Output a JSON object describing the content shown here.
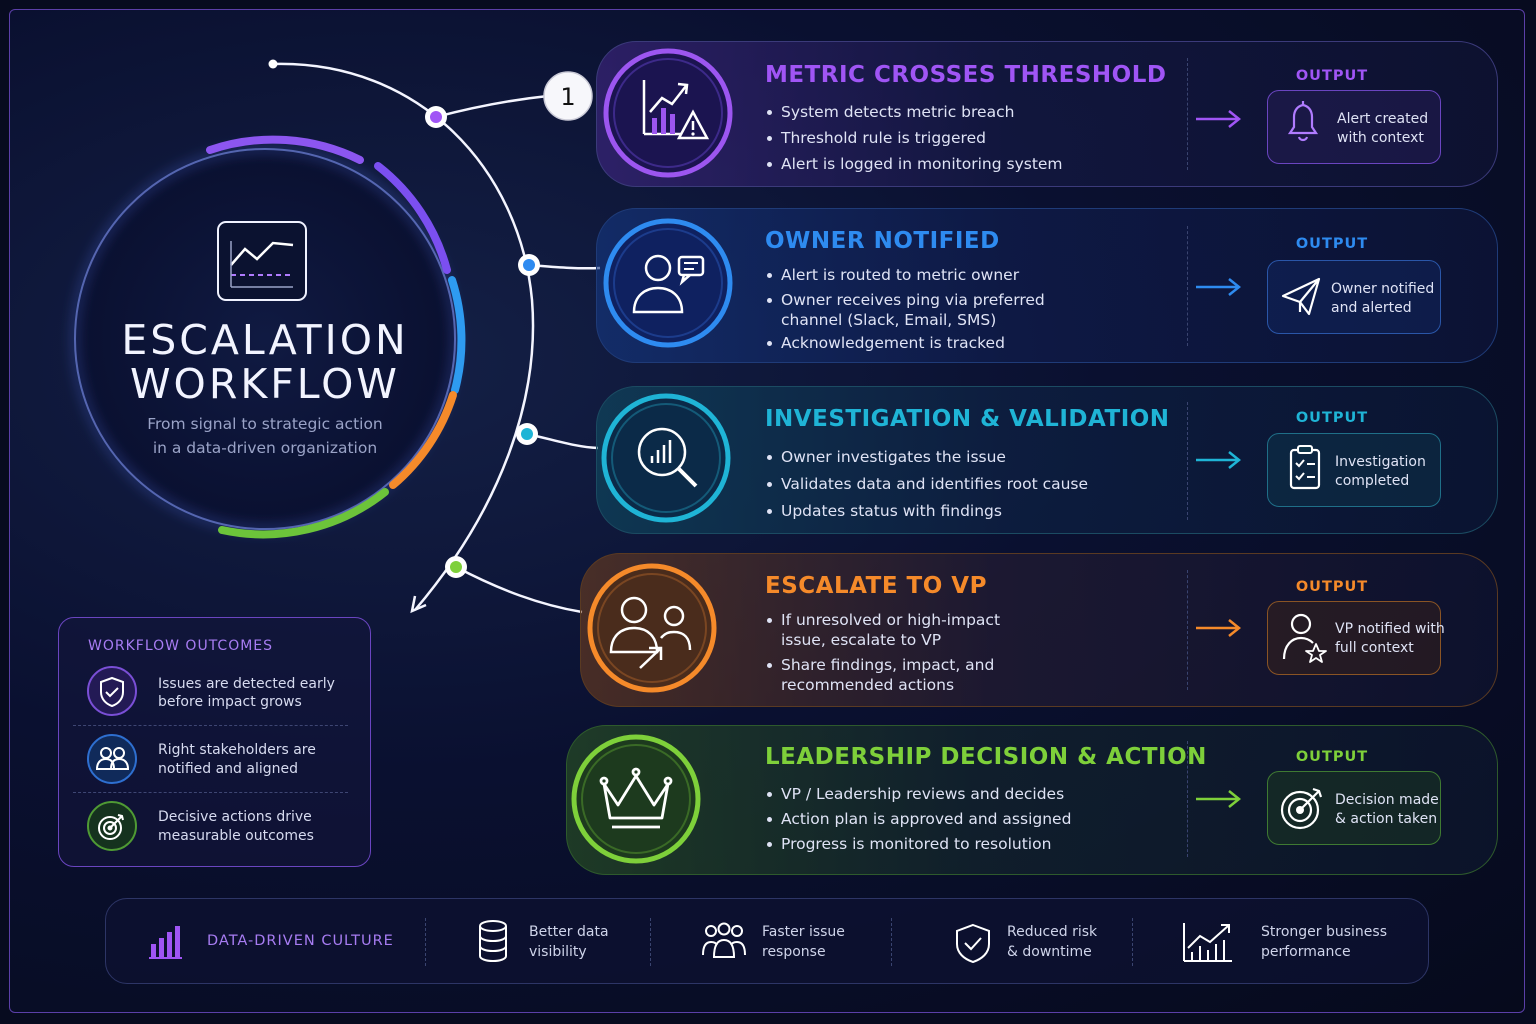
{
  "hero": {
    "title_line1": "ESCALATION",
    "title_line2": "WORKFLOW",
    "subtitle_line1": "From signal to strategic action",
    "subtitle_line2": "in a data-driven organization"
  },
  "start_badge": "1",
  "output_label": "OUTPUT",
  "steps": [
    {
      "title": "METRIC CROSSES THRESHOLD",
      "color": "#a055f5",
      "bullets": [
        "System detects metric breach",
        "Threshold rule is triggered",
        "Alert is logged in monitoring system"
      ],
      "output_line1": "Alert created",
      "output_line2": "with context",
      "icon": "chart-alert-icon",
      "output_icon": "bell-icon"
    },
    {
      "title": "OWNER NOTIFIED",
      "color": "#2e8bf0",
      "bullets": [
        "Alert is routed to metric owner",
        "Owner receives ping via preferred",
        "channel (Slack, Email, SMS)",
        "Acknowledgement is tracked"
      ],
      "output_line1": "Owner notified",
      "output_line2": "and alerted",
      "icon": "user-message-icon",
      "output_icon": "paper-plane-icon"
    },
    {
      "title": "INVESTIGATION & VALIDATION",
      "color": "#1fb4d6",
      "bullets": [
        "Owner investigates the issue",
        "Validates data and identifies root cause",
        "Updates status with findings"
      ],
      "output_line1": "Investigation",
      "output_line2": "completed",
      "icon": "magnifier-chart-icon",
      "output_icon": "clipboard-check-icon"
    },
    {
      "title": "ESCALATE TO VP",
      "color": "#f58a2a",
      "bullets": [
        "If unresolved or high-impact",
        "issue, escalate to VP",
        "Share findings, impact, and",
        "recommended actions"
      ],
      "output_line1": "VP notified with",
      "output_line2": "full context",
      "icon": "users-arrow-icon",
      "output_icon": "user-star-icon"
    },
    {
      "title": "LEADERSHIP DECISION & ACTION",
      "color": "#7ed03a",
      "bullets": [
        "VP / Leadership reviews and decides",
        "Action plan is approved and assigned",
        "Progress is monitored to resolution"
      ],
      "output_line1": "Decision made",
      "output_line2": "& action taken",
      "icon": "crown-icon",
      "output_icon": "target-arrow-icon"
    }
  ],
  "outcomes": {
    "title": "WORKFLOW OUTCOMES",
    "items": [
      {
        "line1": "Issues are detected early",
        "line2": "before impact grows",
        "icon": "shield-check-icon"
      },
      {
        "line1": "Right stakeholders are",
        "line2": "notified and aligned",
        "icon": "users-icon"
      },
      {
        "line1": "Decisive actions drive",
        "line2": "measurable outcomes",
        "icon": "target-icon"
      }
    ]
  },
  "footer": {
    "label": "DATA-DRIVEN CULTURE",
    "items": [
      {
        "line1": "Better data",
        "line2": "visibility",
        "icon": "database-icon"
      },
      {
        "line1": "Faster issue",
        "line2": "response",
        "icon": "team-icon"
      },
      {
        "line1": "Reduced risk",
        "line2": "& downtime",
        "icon": "shield-check-icon"
      },
      {
        "line1": "Stronger business",
        "line2": "performance",
        "icon": "growth-chart-icon"
      }
    ]
  }
}
